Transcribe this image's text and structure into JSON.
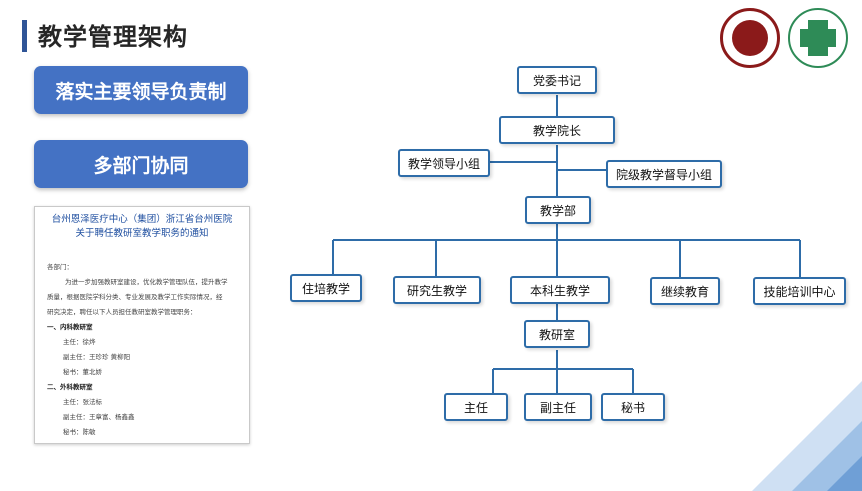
{
  "header": {
    "title": "教学管理架构"
  },
  "side": {
    "btn1": "落实主要领导负责制",
    "btn2": "多部门协同"
  },
  "document": {
    "title_line1": "台州恩泽医疗中心（集团）浙江省台州医院",
    "title_line2": "关于聘任教研室教学职务的通知",
    "lines": [
      "各部门：",
      "为进一步加强教研室建设，优化教学管理队伍，提升教学",
      "质量，根据医院学科分类、专业发展及教学工作实际情况，经",
      "研究决定，聘任以下人员担任教研室教学管理职务：",
      "一、内科教研室",
      "主任：徐烨",
      "副主任：王珍珍    黄柳阳",
      "秘书：董北娇",
      "二、外科教研室",
      "主任：张法标",
      "副主任：王章富、杨鑫鑫",
      "秘书：陈敏"
    ]
  },
  "org": {
    "party": "党委书记",
    "dean": "教学院长",
    "lead_group": "教学领导小组",
    "supervise_group": "院级教学督导小组",
    "teaching_dept": "教学部",
    "resident": "住培教学",
    "graduate": "研究生教学",
    "undergrad": "本科生教学",
    "continuing": "继续教育",
    "skills": "技能培训中心",
    "research_room": "教研室",
    "director": "主任",
    "deputy": "副主任",
    "secretary": "秘书"
  },
  "colors": {
    "accent": "#2f5597",
    "button": "#4472c4",
    "node_border": "#2e6ca8",
    "connector": "#2e6ca8"
  },
  "icons": [
    "wenzhou-medical-university-logo",
    "taizhou-hospital-logo"
  ]
}
